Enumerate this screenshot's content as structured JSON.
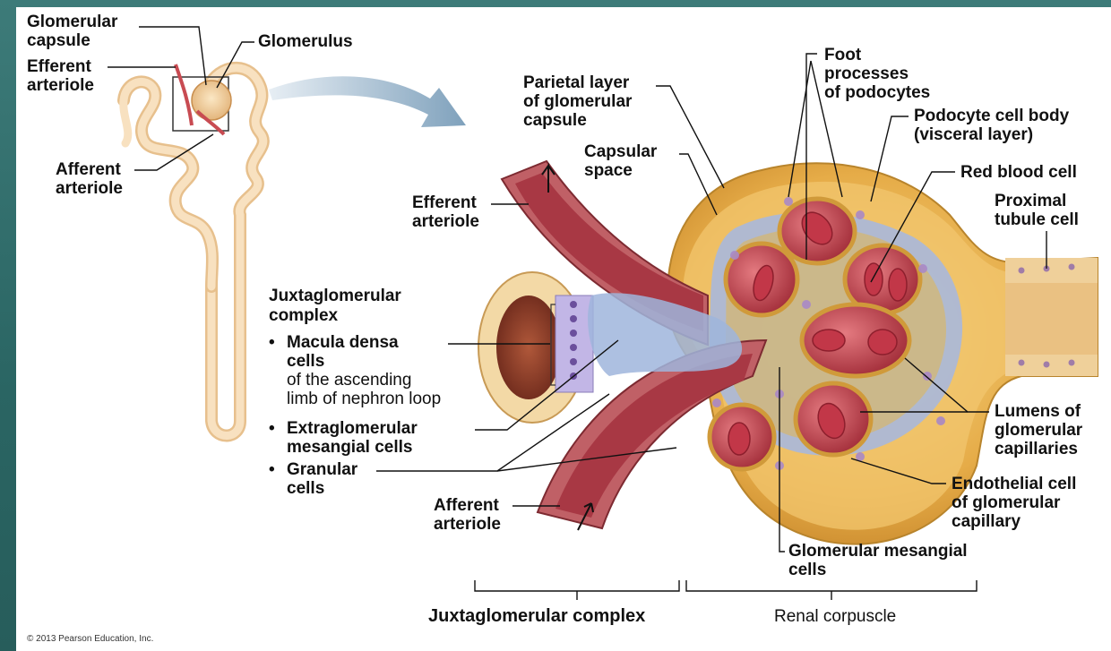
{
  "labels": {
    "glomerular_capsule": [
      "Glomerular",
      "capsule"
    ],
    "efferent_arteriole_left": [
      "Efferent",
      "arteriole"
    ],
    "glomerulus": "Glomerulus",
    "afferent_arteriole_left": [
      "Afferent",
      "arteriole"
    ],
    "parietal_layer": [
      "Parietal layer",
      "of glomerular",
      "capsule"
    ],
    "capsular_space": [
      "Capsular",
      "space"
    ],
    "efferent_arteriole_right": [
      "Efferent",
      "arteriole"
    ],
    "foot_processes": [
      "Foot",
      "processes",
      "of podocytes"
    ],
    "podocyte_cell_body": [
      "Podocyte cell body",
      "(visceral layer)"
    ],
    "red_blood_cell": "Red blood cell",
    "proximal_tubule_cell": [
      "Proximal",
      "tubule cell"
    ],
    "jg_complex_title": [
      "Juxtaglomerular",
      "complex"
    ],
    "bullet_macula": [
      "Macula densa",
      "cells"
    ],
    "bullet_macula_sub": [
      "of the ascending",
      "limb of nephron loop"
    ],
    "bullet_extraglomerular": [
      "Extraglomerular",
      "mesangial cells"
    ],
    "bullet_granular": [
      "Granular",
      "cells"
    ],
    "afferent_arteriole_right": [
      "Afferent",
      "arteriole"
    ],
    "lumens": [
      "Lumens of",
      "glomerular",
      "capillaries"
    ],
    "endothelial": [
      "Endothelial cell",
      "of glomerular",
      "capillary"
    ],
    "mesangial": [
      "Glomerular mesangial",
      "cells"
    ],
    "bracket_jg": "Juxtaglomerular complex",
    "bracket_rc": "Renal corpuscle",
    "copyright": "© 2013 Pearson Education, Inc.",
    "bullet": "•"
  },
  "colors": {
    "tubule": "#f2cfa0",
    "tubule_dark": "#d9a86a",
    "capsule": "#e8b04a",
    "capsule_light": "#f4d88a",
    "artery": "#c8565a",
    "artery_dark": "#8a2a30",
    "lumen": "#b43a45",
    "mesangial": "#9fb3d9",
    "cell_purple": "#b49fd0",
    "arrow": "#7fa3bf"
  }
}
